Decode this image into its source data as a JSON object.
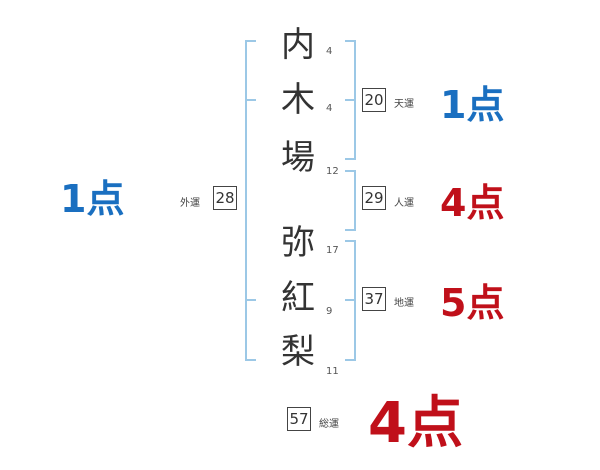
{
  "name": {
    "chars": [
      {
        "char": "内",
        "strokes": "4"
      },
      {
        "char": "木",
        "strokes": "4"
      },
      {
        "char": "場",
        "strokes": "12"
      },
      {
        "char": "弥",
        "strokes": "17"
      },
      {
        "char": "紅",
        "strokes": "9"
      },
      {
        "char": "梨",
        "strokes": "11"
      }
    ]
  },
  "fortunes": {
    "ten": {
      "label": "天運",
      "value": "20",
      "score": "1点"
    },
    "jin": {
      "label": "人運",
      "value": "29",
      "score": "4点"
    },
    "chi": {
      "label": "地運",
      "value": "37",
      "score": "5点"
    },
    "gai": {
      "label": "外運",
      "value": "28",
      "score": "1点"
    },
    "sou": {
      "label": "総運",
      "value": "57",
      "score": "4点"
    }
  },
  "colors": {
    "good": "#1a6fc0",
    "bad": "#c0101a",
    "bracket": "#9cc8e6"
  }
}
